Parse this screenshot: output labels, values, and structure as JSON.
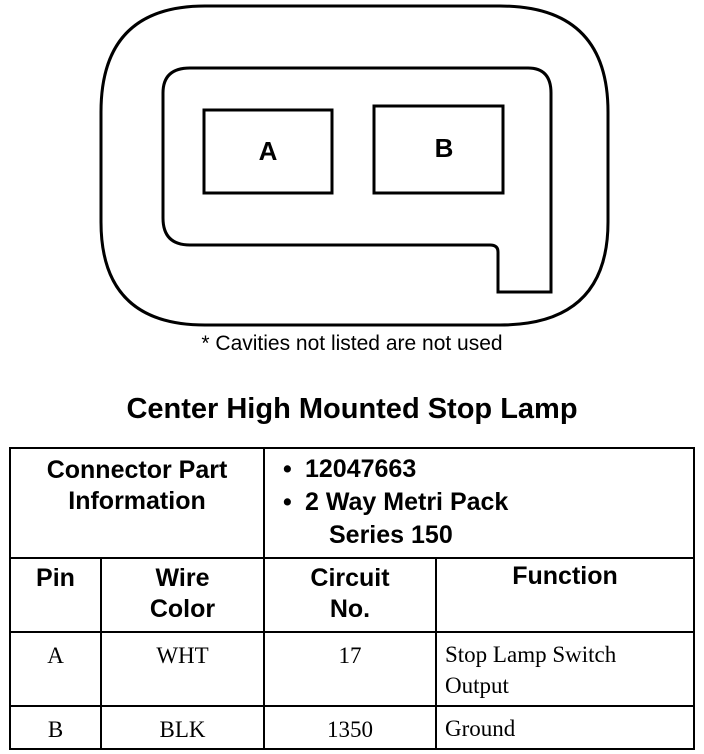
{
  "connector": {
    "cavities": [
      "A",
      "B"
    ]
  },
  "note": "* Cavities not listed are not used",
  "title": "Center High Mounted Stop Lamp",
  "part_info": {
    "label_line1": "Connector Part",
    "label_line2": "Information",
    "part_number": "12047663",
    "description_line1": "2 Way Metri Pack",
    "description_line2": "Series 150",
    "bullet": "•"
  },
  "table": {
    "headers": {
      "pin": "Pin",
      "wire_color_line1": "Wire",
      "wire_color_line2": "Color",
      "circuit_line1": "Circuit",
      "circuit_line2": "No.",
      "function": "Function"
    },
    "rows": [
      {
        "pin": "A",
        "wire_color": "WHT",
        "circuit": "17",
        "function_line1": "Stop Lamp Switch",
        "function_line2": "Output"
      },
      {
        "pin": "B",
        "wire_color": "BLK",
        "circuit": "1350",
        "function_line1": "Ground",
        "function_line2": ""
      }
    ]
  }
}
